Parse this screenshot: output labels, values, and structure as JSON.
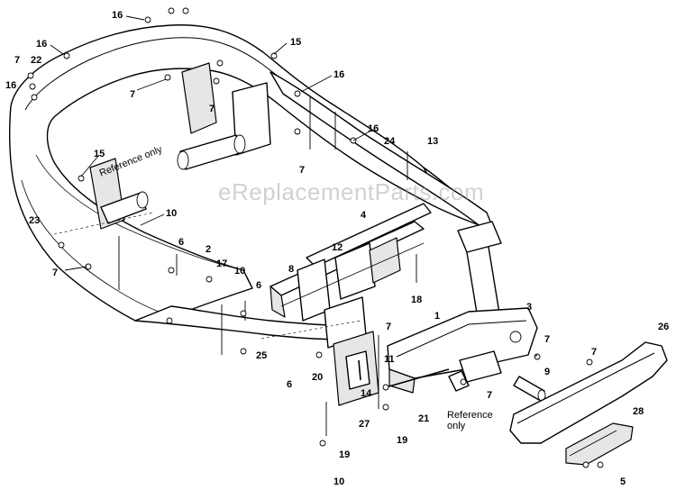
{
  "watermark": "eReplacementParts.com",
  "reference_notes": [
    "Reference only",
    "Reference only"
  ],
  "callouts": [
    {
      "id": "c16a",
      "label": "16"
    },
    {
      "id": "c16b",
      "label": "16"
    },
    {
      "id": "c16c",
      "label": "16"
    },
    {
      "id": "c16d",
      "label": "16"
    },
    {
      "id": "c16e",
      "label": "16"
    },
    {
      "id": "c7a",
      "label": "7"
    },
    {
      "id": "c22",
      "label": "22"
    },
    {
      "id": "c15a",
      "label": "15"
    },
    {
      "id": "c15b",
      "label": "15"
    },
    {
      "id": "c7b",
      "label": "7"
    },
    {
      "id": "c7c",
      "label": "7"
    },
    {
      "id": "c7d",
      "label": "7"
    },
    {
      "id": "c24",
      "label": "24"
    },
    {
      "id": "c13",
      "label": "13"
    },
    {
      "id": "c23",
      "label": "23"
    },
    {
      "id": "c10a",
      "label": "10"
    },
    {
      "id": "c6a",
      "label": "6"
    },
    {
      "id": "c2",
      "label": "2"
    },
    {
      "id": "c17",
      "label": "17"
    },
    {
      "id": "c10b",
      "label": "10"
    },
    {
      "id": "c7e",
      "label": "7"
    },
    {
      "id": "c4",
      "label": "4"
    },
    {
      "id": "c12",
      "label": "12"
    },
    {
      "id": "c8",
      "label": "8"
    },
    {
      "id": "c6b",
      "label": "6"
    },
    {
      "id": "c18",
      "label": "18"
    },
    {
      "id": "c3",
      "label": "3"
    },
    {
      "id": "c1",
      "label": "1"
    },
    {
      "id": "c7f",
      "label": "7"
    },
    {
      "id": "c26",
      "label": "26"
    },
    {
      "id": "c7g",
      "label": "7"
    },
    {
      "id": "c25",
      "label": "25"
    },
    {
      "id": "c6c",
      "label": "6"
    },
    {
      "id": "c20",
      "label": "20"
    },
    {
      "id": "c11",
      "label": "11"
    },
    {
      "id": "c9",
      "label": "9"
    },
    {
      "id": "c7h",
      "label": "7"
    },
    {
      "id": "c14",
      "label": "14"
    },
    {
      "id": "c27",
      "label": "27"
    },
    {
      "id": "c21",
      "label": "21"
    },
    {
      "id": "c19a",
      "label": "19"
    },
    {
      "id": "c28",
      "label": "28"
    },
    {
      "id": "c19b",
      "label": "19"
    },
    {
      "id": "c10c",
      "label": "10"
    },
    {
      "id": "c5",
      "label": "5"
    },
    {
      "id": "c7i",
      "label": "7"
    }
  ]
}
